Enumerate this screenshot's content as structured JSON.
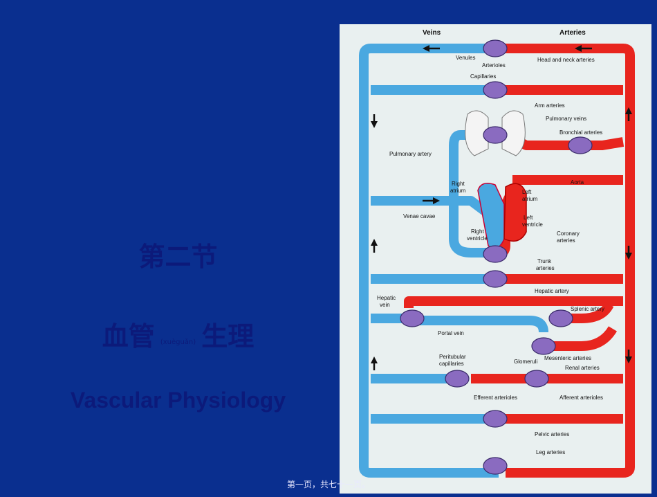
{
  "slide": {
    "heading": "第二节",
    "subtitle_main": "血管",
    "subtitle_ruby": "(xuèguǎn)",
    "subtitle_rest": "生理",
    "english_title": "Vascular Physiology",
    "footer": "第一页，共七十一页。"
  },
  "diagram": {
    "headers": {
      "veins": "Veins",
      "arteries": "Arteries"
    },
    "labels": {
      "venules": "Venules",
      "arterioles": "Arterioles",
      "capillaries": "Capillaries",
      "head_neck": "Head and neck arteries",
      "arm": "Arm arteries",
      "pulmonary_veins": "Pulmonary veins",
      "bronchial": "Bronchial arteries",
      "pulmonary_artery": "Pulmonary artery",
      "right_atrium_1": "Right",
      "right_atrium_2": "atrium",
      "left_atrium_1": "Left",
      "left_atrium_2": "atrium",
      "aorta": "Aorta",
      "venae_cavae": "Venae cavae",
      "left_ventricle_1": "Left",
      "left_ventricle_2": "ventricle",
      "right_ventricle_1": "Right",
      "right_ventricle_2": "ventricle",
      "coronary_1": "Coronary",
      "coronary_2": "arteries",
      "trunk_1": "Trunk",
      "trunk_2": "arteries",
      "hepatic_artery": "Hepatic artery",
      "hepatic_vein_1": "Hepatic",
      "hepatic_vein_2": "vein",
      "splenic": "Splenic artery",
      "portal": "Portal vein",
      "mesenteric": "Mesenteric arteries",
      "peritubular_1": "Peritubular",
      "peritubular_2": "capillaries",
      "glomeruli": "Glomeruli",
      "renal": "Renal arteries",
      "efferent": "Efferent arterioles",
      "afferent": "Afferent arterioles",
      "pelvic": "Pelvic arteries",
      "leg": "Leg arteries"
    },
    "colors": {
      "vein": "#4aa8e0",
      "artery": "#e8251e",
      "capillary": "#8a6bc0",
      "background": "#0a2f8f"
    }
  }
}
